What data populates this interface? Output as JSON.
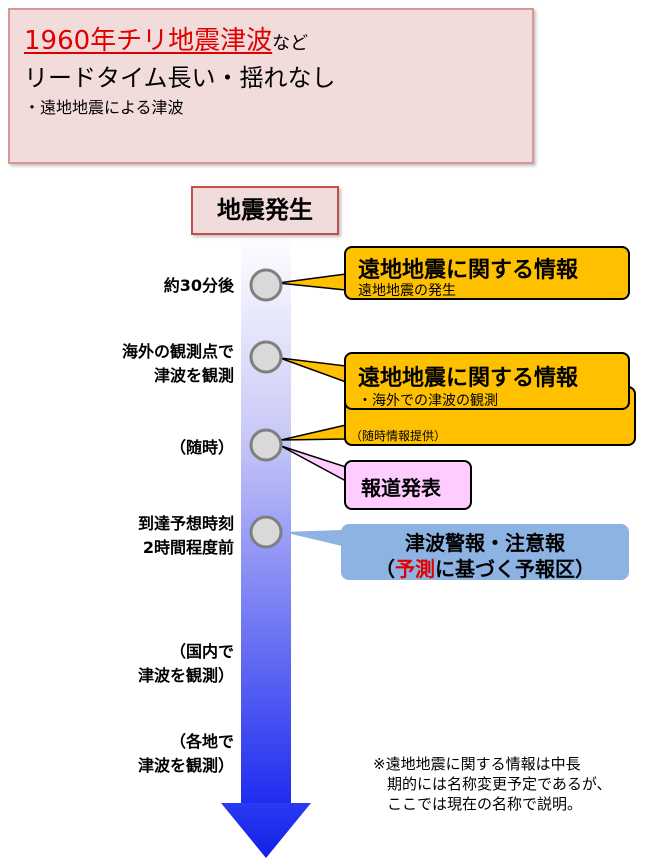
{
  "header": {
    "title_red": "1960年チリ地震津波",
    "title_suffix": "など",
    "subtitle": "リードタイム長い・揺れなし",
    "detail": "・遠地地震による津波"
  },
  "timeline": {
    "start_label": "地震発生",
    "events": [
      {
        "label_line1": "約30分後",
        "label_line2": ""
      },
      {
        "label_line1": "海外の観測点で",
        "label_line2": "津波を観測"
      },
      {
        "label_line1": "（随時）",
        "label_line2": ""
      },
      {
        "label_line1": "到達予想時刻",
        "label_line2": "2時間程度前"
      },
      {
        "label_line1": "（国内で",
        "label_line2": "津波を観測）"
      },
      {
        "label_line1": "（各地で",
        "label_line2": "津波を観測）"
      }
    ]
  },
  "callouts": {
    "info1": {
      "title": "遠地地震に関する情報",
      "sub": "遠地地震の発生"
    },
    "info2": {
      "title": "遠地地震に関する情報",
      "sub": "・海外での津波の観測",
      "sub2": "（随時情報提供）"
    },
    "press": {
      "title": "報道発表"
    },
    "warning": {
      "line1": "津波警報・注意報",
      "line2_open": "（",
      "line2_red": "予測",
      "line2_rest": "に基づく予報区）"
    }
  },
  "note": {
    "line1": "※遠地地震に関する情報は中長",
    "line2": "期的には名称変更予定であるが、",
    "line3": "ここでは現在の名称で説明。"
  },
  "colors": {
    "accent_red": "#e00000",
    "orange": "#ffc000",
    "pink": "#ffccff",
    "blue": "#8db3e2",
    "arrow_top": "#ffffff",
    "arrow_bottom": "#1f2cf0"
  }
}
